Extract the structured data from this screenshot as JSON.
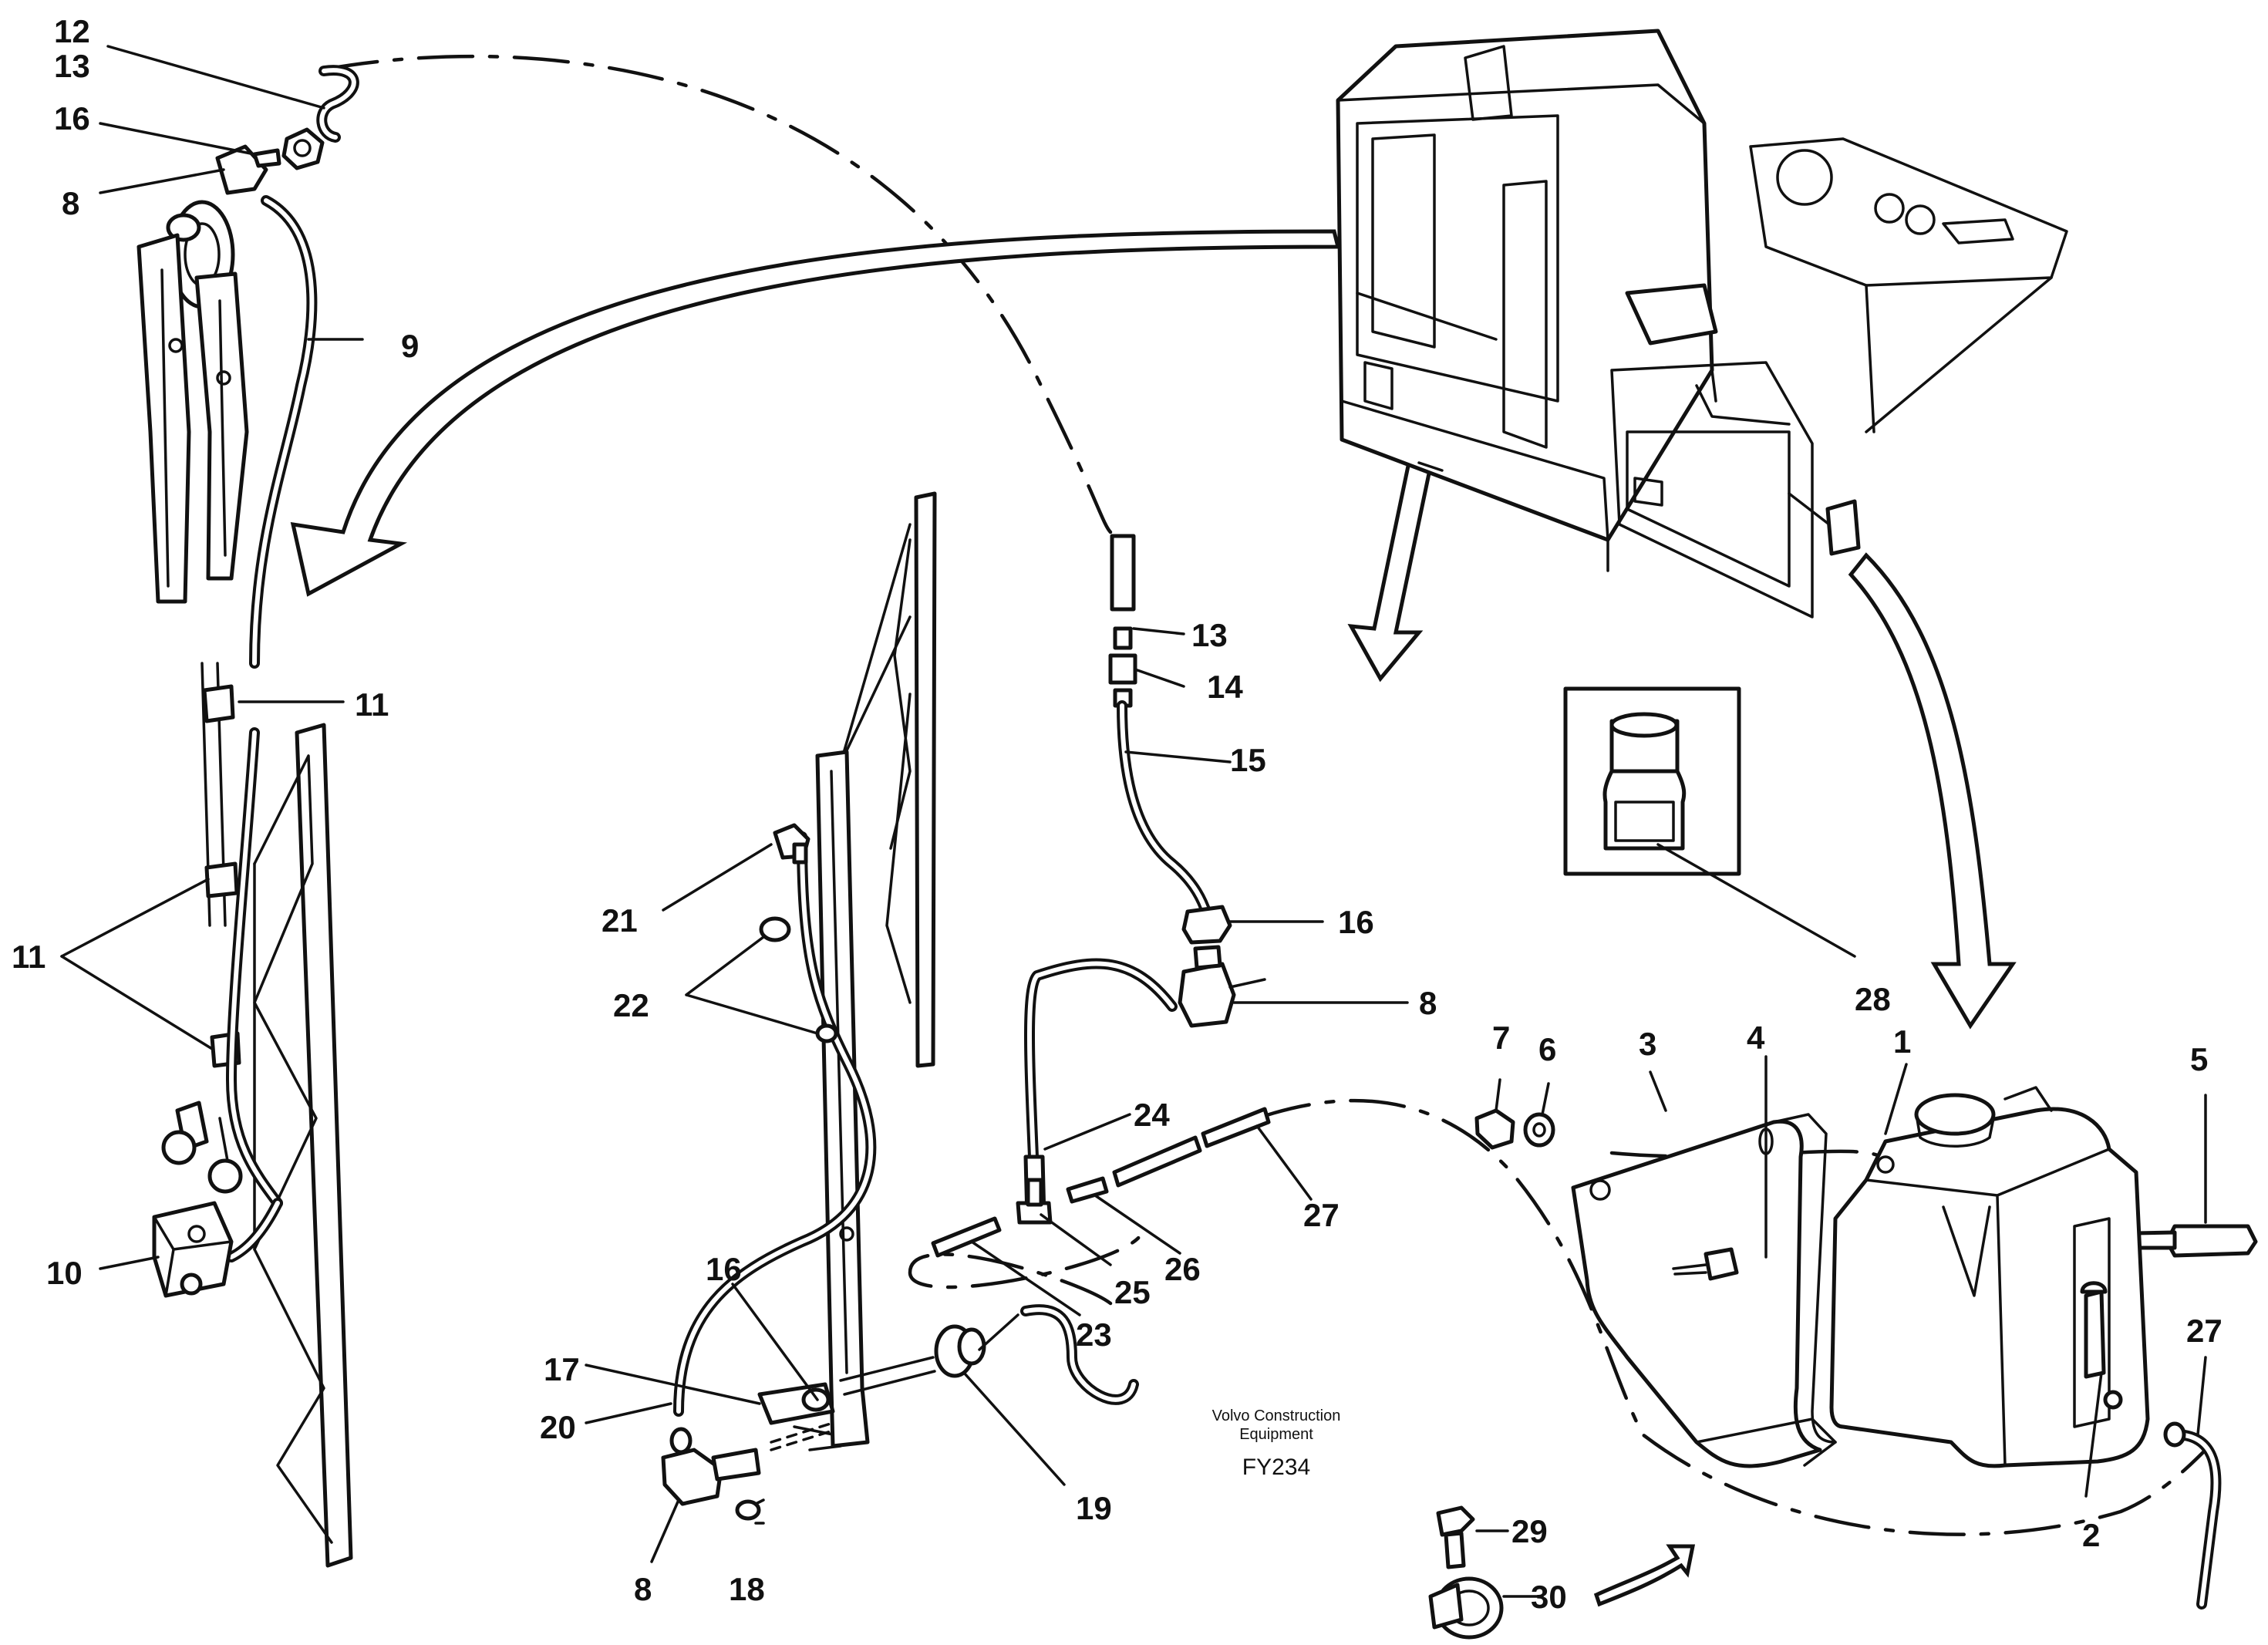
{
  "callouts": [
    {
      "id": "c12a",
      "text": "12"
    },
    {
      "id": "c13a",
      "text": "13"
    },
    {
      "id": "c16a",
      "text": "16"
    },
    {
      "id": "c8a",
      "text": "8"
    },
    {
      "id": "c9",
      "text": "9"
    },
    {
      "id": "c11a",
      "text": "11"
    },
    {
      "id": "c11b",
      "text": "11"
    },
    {
      "id": "c10",
      "text": "10"
    },
    {
      "id": "c13b",
      "text": "13"
    },
    {
      "id": "c14",
      "text": "14"
    },
    {
      "id": "c15",
      "text": "15"
    },
    {
      "id": "c16b",
      "text": "16"
    },
    {
      "id": "c8b",
      "text": "8"
    },
    {
      "id": "c21",
      "text": "21"
    },
    {
      "id": "c22",
      "text": "22"
    },
    {
      "id": "c24",
      "text": "24"
    },
    {
      "id": "c27a",
      "text": "27"
    },
    {
      "id": "c26",
      "text": "26"
    },
    {
      "id": "c25",
      "text": "25"
    },
    {
      "id": "c23",
      "text": "23"
    },
    {
      "id": "c16c",
      "text": "16"
    },
    {
      "id": "c17",
      "text": "17"
    },
    {
      "id": "c20",
      "text": "20"
    },
    {
      "id": "c8c",
      "text": "8"
    },
    {
      "id": "c18",
      "text": "18"
    },
    {
      "id": "c19",
      "text": "19"
    },
    {
      "id": "c28",
      "text": "28"
    },
    {
      "id": "c7",
      "text": "7"
    },
    {
      "id": "c6",
      "text": "6"
    },
    {
      "id": "c3",
      "text": "3"
    },
    {
      "id": "c4",
      "text": "4"
    },
    {
      "id": "c1",
      "text": "1"
    },
    {
      "id": "c5",
      "text": "5"
    },
    {
      "id": "c27b",
      "text": "27"
    },
    {
      "id": "c2",
      "text": "2"
    },
    {
      "id": "c29",
      "text": "29"
    },
    {
      "id": "c30",
      "text": "30"
    }
  ],
  "caption": {
    "line1": "Volvo Construction",
    "line2": "Equipment",
    "code": "FY234"
  },
  "colors": {
    "ink": "#111111",
    "paper": "#ffffff"
  }
}
